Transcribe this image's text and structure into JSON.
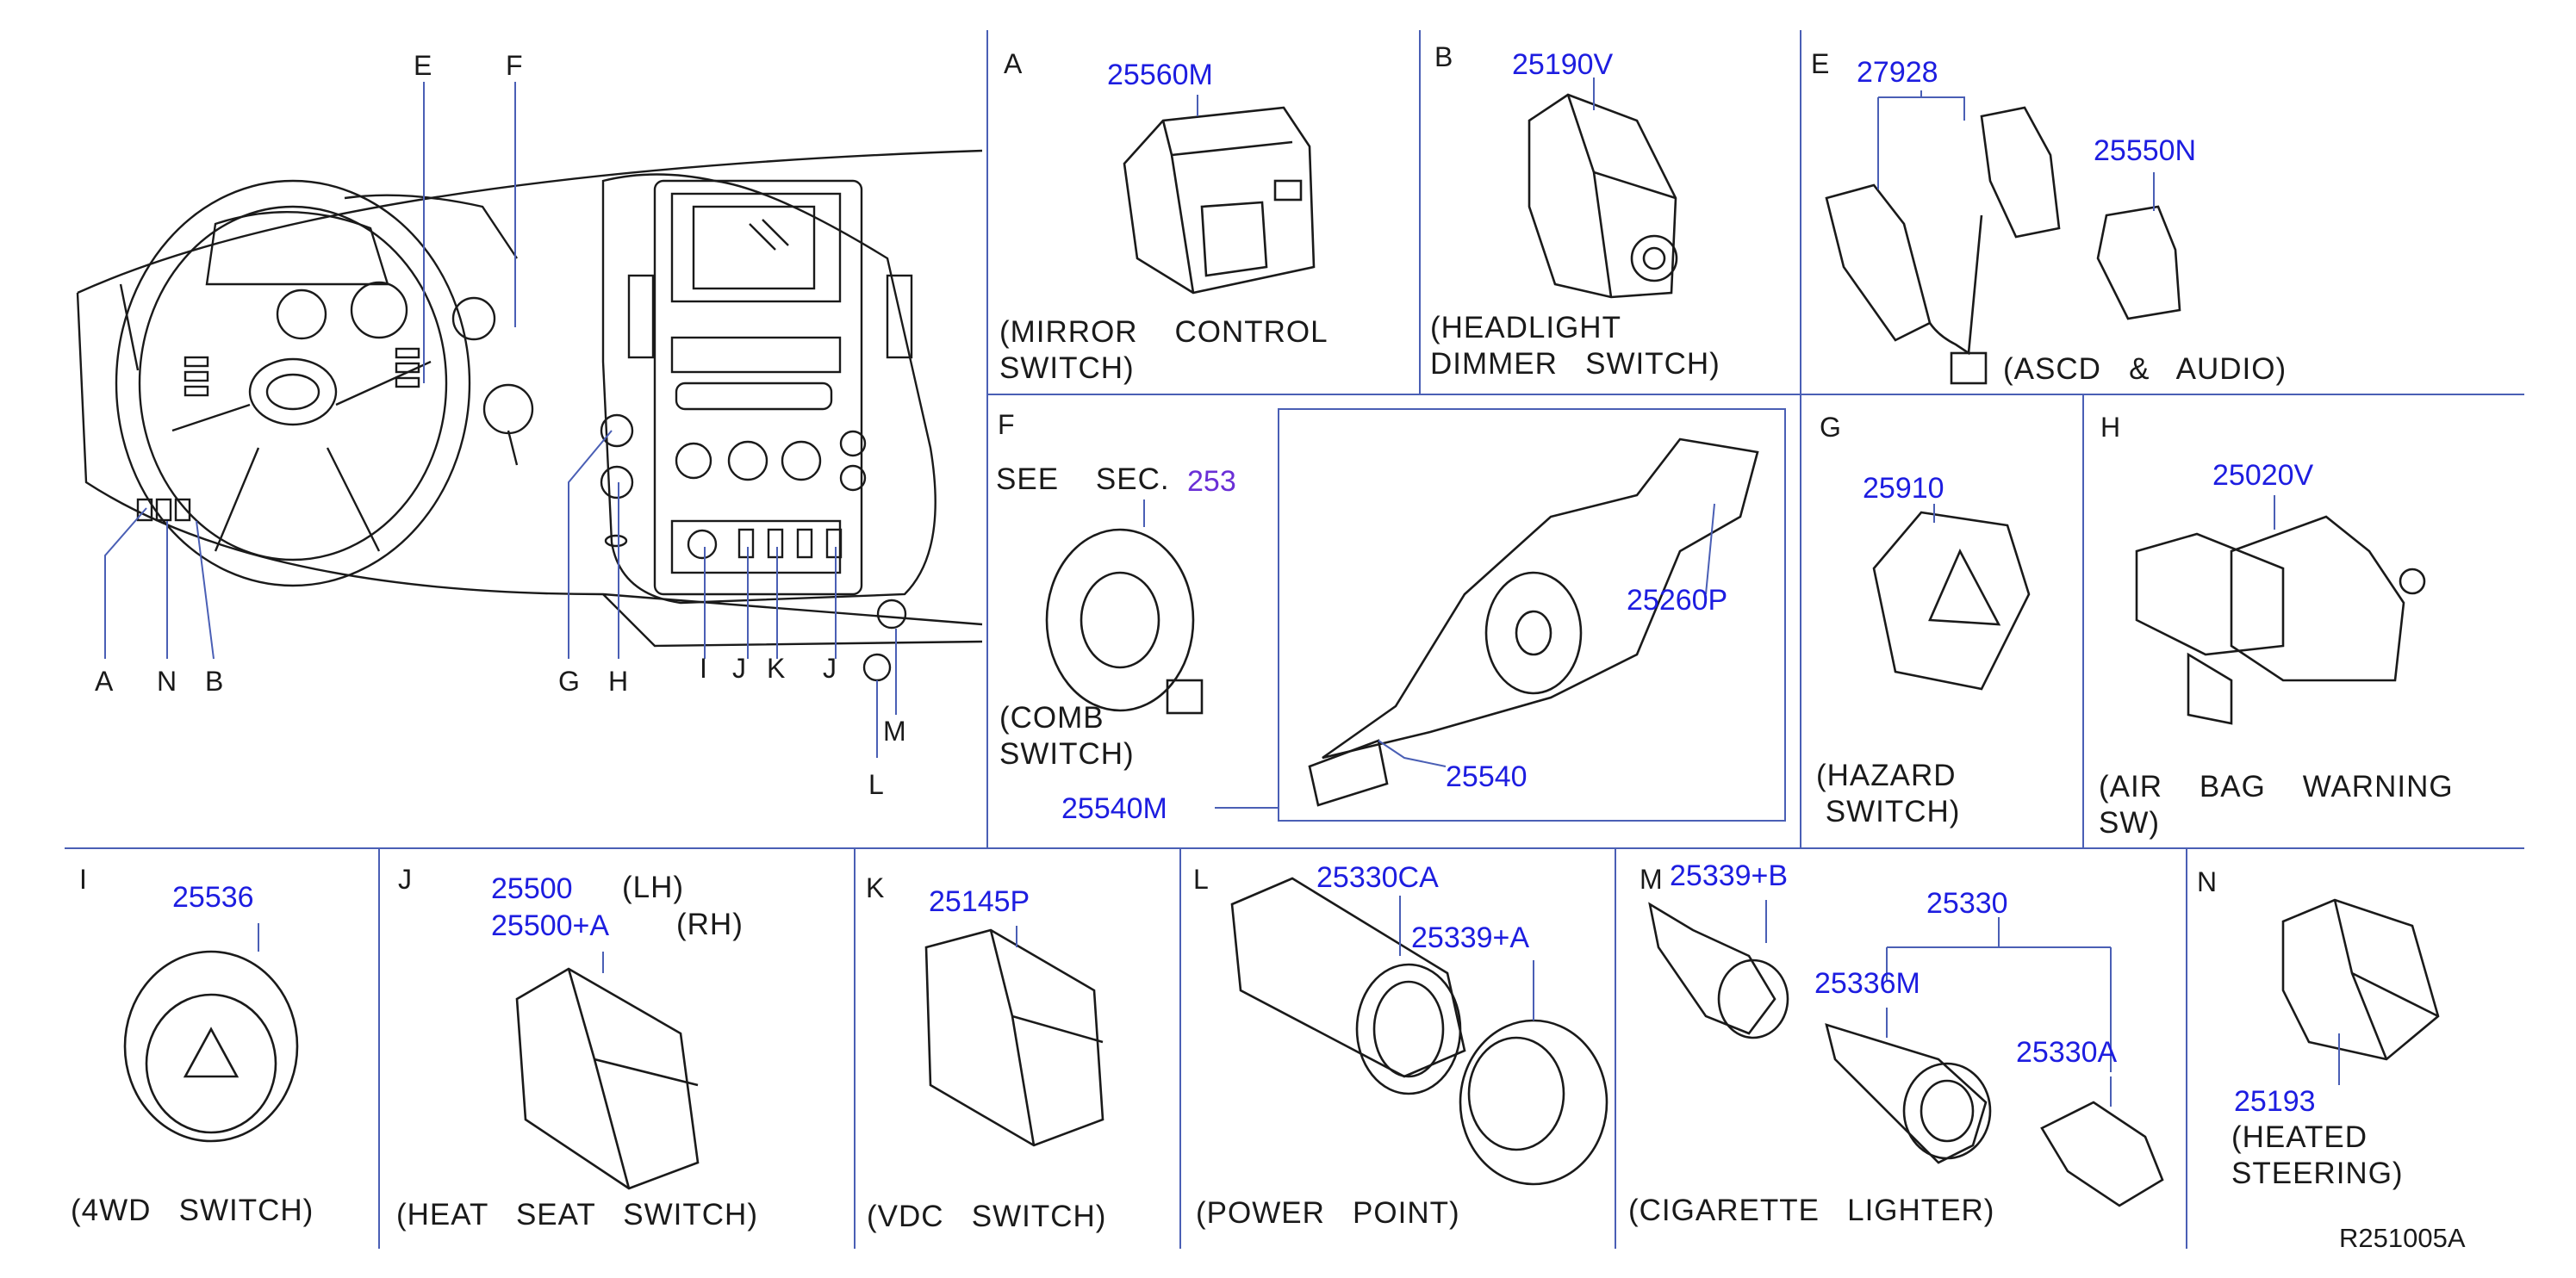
{
  "letters": [
    "A",
    "N",
    "B",
    "G",
    "H",
    "I",
    "J",
    "K",
    "J",
    "L",
    "M",
    "E",
    "F"
  ],
  "sections": {
    "A": {
      "letter": "A",
      "part": "25560M",
      "caption": "(MIRROR    CONTROL\nSWITCH)"
    },
    "B": {
      "letter": "B",
      "part": "25190V",
      "caption": "(HEADLIGHT\nDIMMER   SWITCH)"
    },
    "E": {
      "letter": "E",
      "part1": "27928",
      "part2": "25550N",
      "caption": "(ASCD   &   AUDIO)"
    },
    "F": {
      "letter": "F",
      "see": "SEE    SEC.",
      "sec": "253",
      "caption": "(COMB\nSWITCH)",
      "part_main": "25540M",
      "part_a": "25260P",
      "part_b": "25540"
    },
    "G": {
      "letter": "G",
      "part": "25910",
      "caption": "(HAZARD\n SWITCH)"
    },
    "H": {
      "letter": "H",
      "part": "25020V",
      "caption": "(AIR    BAG    WARNING\nSW)"
    },
    "I": {
      "letter": "I",
      "part": "25536",
      "caption": "(4WD   SWITCH)"
    },
    "J": {
      "letter": "J",
      "part_lh": "25500",
      "lh": "(LH)",
      "part_rh": "25500+A",
      "rh": "(RH)",
      "caption": "(HEAT   SEAT   SWITCH)"
    },
    "K": {
      "letter": "K",
      "part": "25145P",
      "caption": "(VDC   SWITCH)"
    },
    "L": {
      "letter": "L",
      "part1": "25330CA",
      "part2": "25339+A",
      "caption": "(POWER   POINT)"
    },
    "M": {
      "letter": "M",
      "part1": "25339+B",
      "part2": "25330",
      "part3": "25336M",
      "part4": "25330A",
      "caption": "(CIGARETTE   LIGHTER)"
    },
    "N": {
      "letter": "N",
      "part": "25193",
      "caption": "(HEATED\nSTEERING)"
    }
  },
  "reference": "R251005A",
  "colors": {
    "grid": "#4a5fb5",
    "part": "#1d1de0",
    "sec": "#6a2fd6",
    "ink": "#1a1a1a"
  }
}
